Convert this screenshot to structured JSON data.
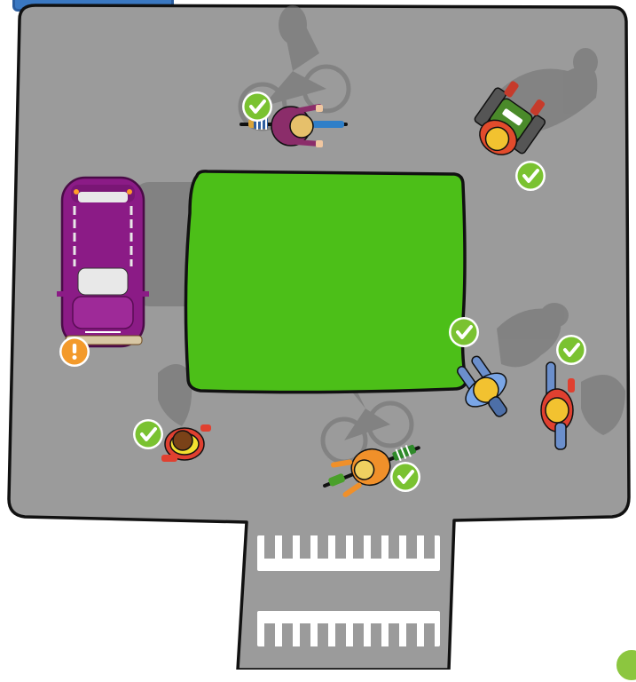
{
  "scene": {
    "colors": {
      "road": "#9b9b9b",
      "island": "#4cbf18",
      "outline": "#111111",
      "ok_badge": "#7ac231",
      "warn_badge": "#f39a2b",
      "car_body": "#8b1b86",
      "stripes": "#ffffff",
      "shadow": "#6f6f6f"
    },
    "icons": {
      "ok": "check-circle-icon",
      "warn": "exclamation-circle-icon"
    },
    "road_users": [
      {
        "name": "cyclist-top",
        "kind": "cyclist",
        "status": "ok"
      },
      {
        "name": "wheelchair-user",
        "kind": "wheelchair",
        "status": "ok"
      },
      {
        "name": "parked-car",
        "kind": "car",
        "status": "warn"
      },
      {
        "name": "pedestrian-center-right",
        "kind": "pedestrian",
        "status": "ok"
      },
      {
        "name": "pedestrian-right",
        "kind": "pedestrian",
        "status": "ok"
      },
      {
        "name": "pedestrian-left-child",
        "kind": "pedestrian",
        "status": "ok"
      },
      {
        "name": "cyclist-bottom",
        "kind": "cyclist",
        "status": "ok"
      }
    ],
    "crosswalk_rows": 2
  }
}
